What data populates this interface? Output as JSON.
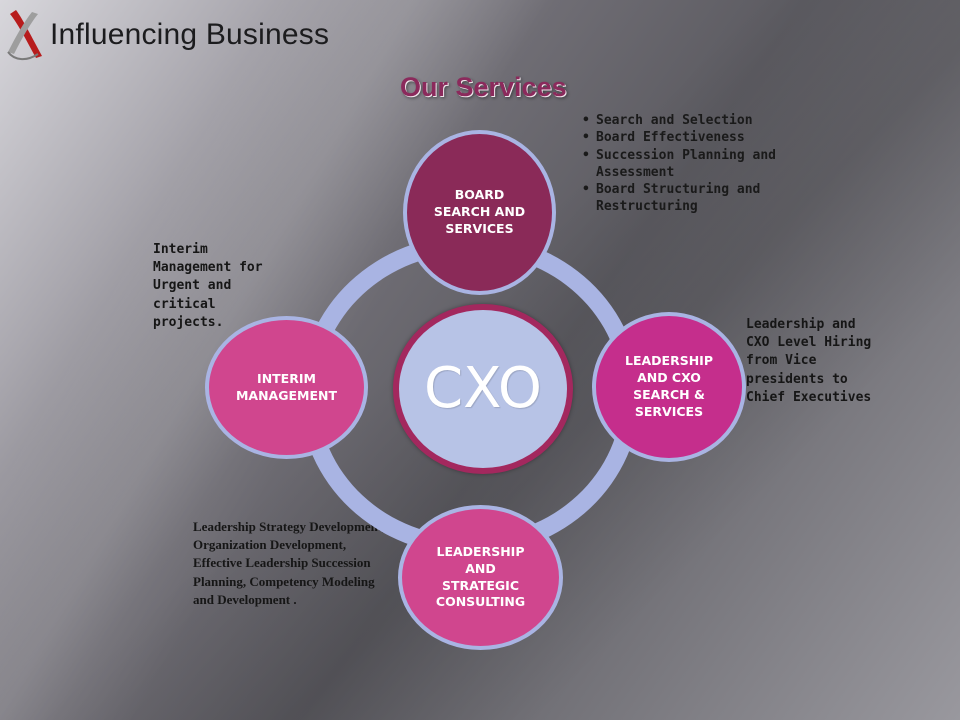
{
  "header": {
    "brand": "Influencing Business",
    "title": "Our Services"
  },
  "colors": {
    "ring": "#a9b4e3",
    "board": "#8a2a58",
    "leadership": "#c52e8c",
    "consulting": "#d0468e",
    "interim": "#d0468e",
    "center": "#b7c3e6",
    "title": "#8b2a5c"
  },
  "diagram": {
    "center": "CXO",
    "nodes": {
      "top": "BOARD SEARCH AND SERVICES",
      "right": "LEADERSHIP AND CXO SEARCH & SERVICES",
      "bottom": "LEADERSHIP AND STRATEGIC CONSULTING",
      "left": "INTERIM MANAGEMENT"
    }
  },
  "board_bullets": [
    "Search and Selection",
    "Board Effectiveness",
    "Succession Planning and Assessment",
    "Board Structuring and Restructuring"
  ],
  "notes": {
    "interim": "Interim Management for Urgent and critical projects.",
    "leadership": "Leadership and CXO Level Hiring from Vice presidents to Chief Executives",
    "consulting": "Leadership Strategy Development, Organization Development, Effective Leadership Succession Planning, Competency Modeling and Development ."
  },
  "icons": {
    "logo": "influencing-business-logo-icon",
    "bullet": "•"
  }
}
